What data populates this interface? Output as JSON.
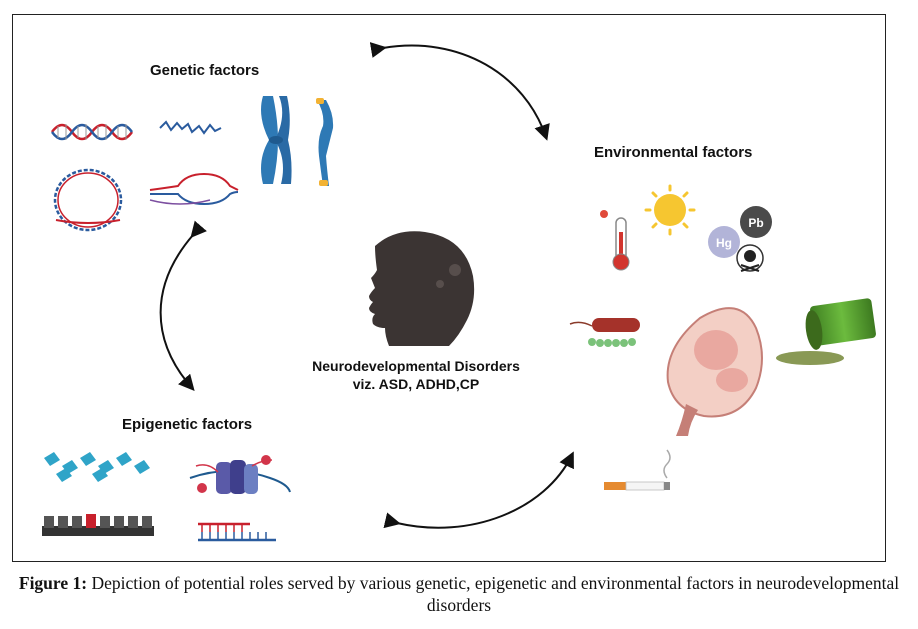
{
  "labels": {
    "genetic": "Genetic factors",
    "environmental": "Environmental factors",
    "epigenetic": "Epigenetic factors",
    "center_line1": "Neurodevelopmental Disorders",
    "center_line2": "viz. ASD, ADHD,CP"
  },
  "icon_text": {
    "mercury": "Hg",
    "lead": "Pb"
  },
  "caption": {
    "prefix": "Figure 1:",
    "text": "Depiction of potential roles served by various genetic, epigenetic and environmental factors in neurodevelopmental disorders"
  },
  "icons": [
    "dna-helix-icon",
    "dna-strand-icon",
    "chromosome-icon",
    "chromatid-icon",
    "plasmid-icon",
    "dna-loop-icon",
    "thermometer-icon",
    "sun-icon",
    "heavy-metal-icon",
    "skull-icon",
    "bacteria-icon",
    "fetus-icon",
    "oil-barrel-icon",
    "cigarette-icon",
    "head-silhouette-icon",
    "nucleosome-chain-icon",
    "histone-icon",
    "methylation-icon",
    "rna-icon"
  ],
  "colors": {
    "dna_red": "#c8202c",
    "dna_blue": "#2a5b9e",
    "chromosome_blue": "#2e79b5",
    "sun_yellow": "#f6c630",
    "fetus_pink": "#e9a8a0",
    "barrel_green": "#55a032",
    "head_dark": "#3b3433"
  }
}
